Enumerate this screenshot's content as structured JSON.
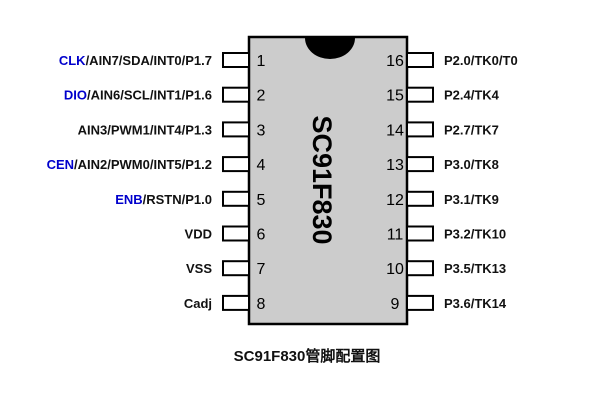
{
  "chip": {
    "name": "SC91F830",
    "body_color": "#cccccc",
    "highlight_color": "#0000cc"
  },
  "caption": "SC91F830管脚配置图",
  "pins_left": [
    {
      "number": "1",
      "highlight": "CLK",
      "rest": "/AIN7/SDA/INT0/P1.7"
    },
    {
      "number": "2",
      "highlight": "DIO",
      "rest": "/AIN6/SCL/INT1/P1.6"
    },
    {
      "number": "3",
      "highlight": "",
      "rest": "AIN3/PWM1/INT4/P1.3"
    },
    {
      "number": "4",
      "highlight": "CEN",
      "rest": "/AIN2/PWM0/INT5/P1.2"
    },
    {
      "number": "5",
      "highlight": "ENB",
      "rest": "/RSTN/P1.0"
    },
    {
      "number": "6",
      "highlight": "",
      "rest": "VDD"
    },
    {
      "number": "7",
      "highlight": "",
      "rest": "VSS"
    },
    {
      "number": "8",
      "highlight": "",
      "rest": "Cadj"
    }
  ],
  "pins_right": [
    {
      "number": "16",
      "label": "P2.0/TK0/T0"
    },
    {
      "number": "15",
      "label": "P2.4/TK4"
    },
    {
      "number": "14",
      "label": "P2.7/TK7"
    },
    {
      "number": "13",
      "label": "P3.0/TK8"
    },
    {
      "number": "12",
      "label": "P3.1/TK9"
    },
    {
      "number": "11",
      "label": "P3.2/TK10"
    },
    {
      "number": "10",
      "label": "P3.5/TK13"
    },
    {
      "number": "9",
      "label": "P3.6/TK14"
    }
  ]
}
